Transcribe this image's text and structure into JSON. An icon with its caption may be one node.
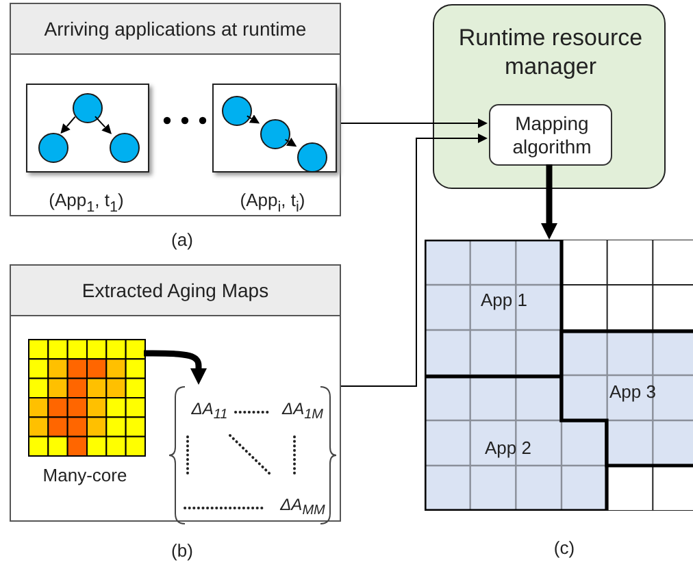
{
  "diagram": {
    "nodes": [
      {
        "text": [
          "Arriving applications at runtime"
        ]
      },
      {
        "text": [],
        "shape": "box",
        "in": 0,
        "beside": [
          "(App$_{1}$, t$_{1}$)"
        ]
      },
      {
        "text": [],
        "shape": "circle",
        "in": 1
      },
      {
        "text": [],
        "shape": "circle",
        "in": 1
      },
      {
        "text": [],
        "shape": "circle",
        "in": 1
      },
      {
        "text": [],
        "shape": "box",
        "in": 0,
        "beside": [
          "(App$_{i}$, t$_{i}$)"
        ]
      },
      {
        "text": [],
        "shape": "circle",
        "in": 5
      },
      {
        "text": [],
        "shape": "circle",
        "in": 5
      },
      {
        "text": [],
        "shape": "circle",
        "in": 5
      },
      {
        "text": [
          "Extracted Aging Maps"
        ]
      },
      {
        "text": [],
        "shape": "grid",
        "in": 9,
        "beside": [
          "Many-core"
        ]
      },
      {
        "text": [
          "ΔA$_{11}$",
          "ΔA$_{1M}$",
          "ΔA$_{MM}$"
        ],
        "in": 9
      },
      {
        "text": [
          "Runtime resource manager"
        ]
      },
      {
        "text": [
          "Mapping algorithm"
        ],
        "in": 12
      },
      {
        "text": [],
        "shape": "grid"
      },
      {
        "text": [
          "App 1"
        ],
        "in": 14
      },
      {
        "text": [
          "App 2"
        ],
        "in": 14
      },
      {
        "text": [
          "App 3"
        ],
        "in": 14
      }
    ],
    "edges": [
      {
        "from": 2,
        "to": 3,
        "arrow": "to"
      },
      {
        "from": 2,
        "to": 4,
        "arrow": "to"
      },
      {
        "from": 6,
        "to": 7,
        "arrow": "to"
      },
      {
        "from": 7,
        "to": 8,
        "arrow": "to"
      },
      {
        "from": 10,
        "to": 11,
        "arrow": "to",
        "style": "thick"
      },
      {
        "from": 0,
        "to": 13,
        "arrow": "to"
      },
      {
        "from": 9,
        "to": 13,
        "arrow": "to"
      },
      {
        "from": 13,
        "to": 14,
        "arrow": "to",
        "style": "thick"
      }
    ],
    "labels": [
      "(a)",
      "(b)",
      "(c)"
    ]
  }
}
